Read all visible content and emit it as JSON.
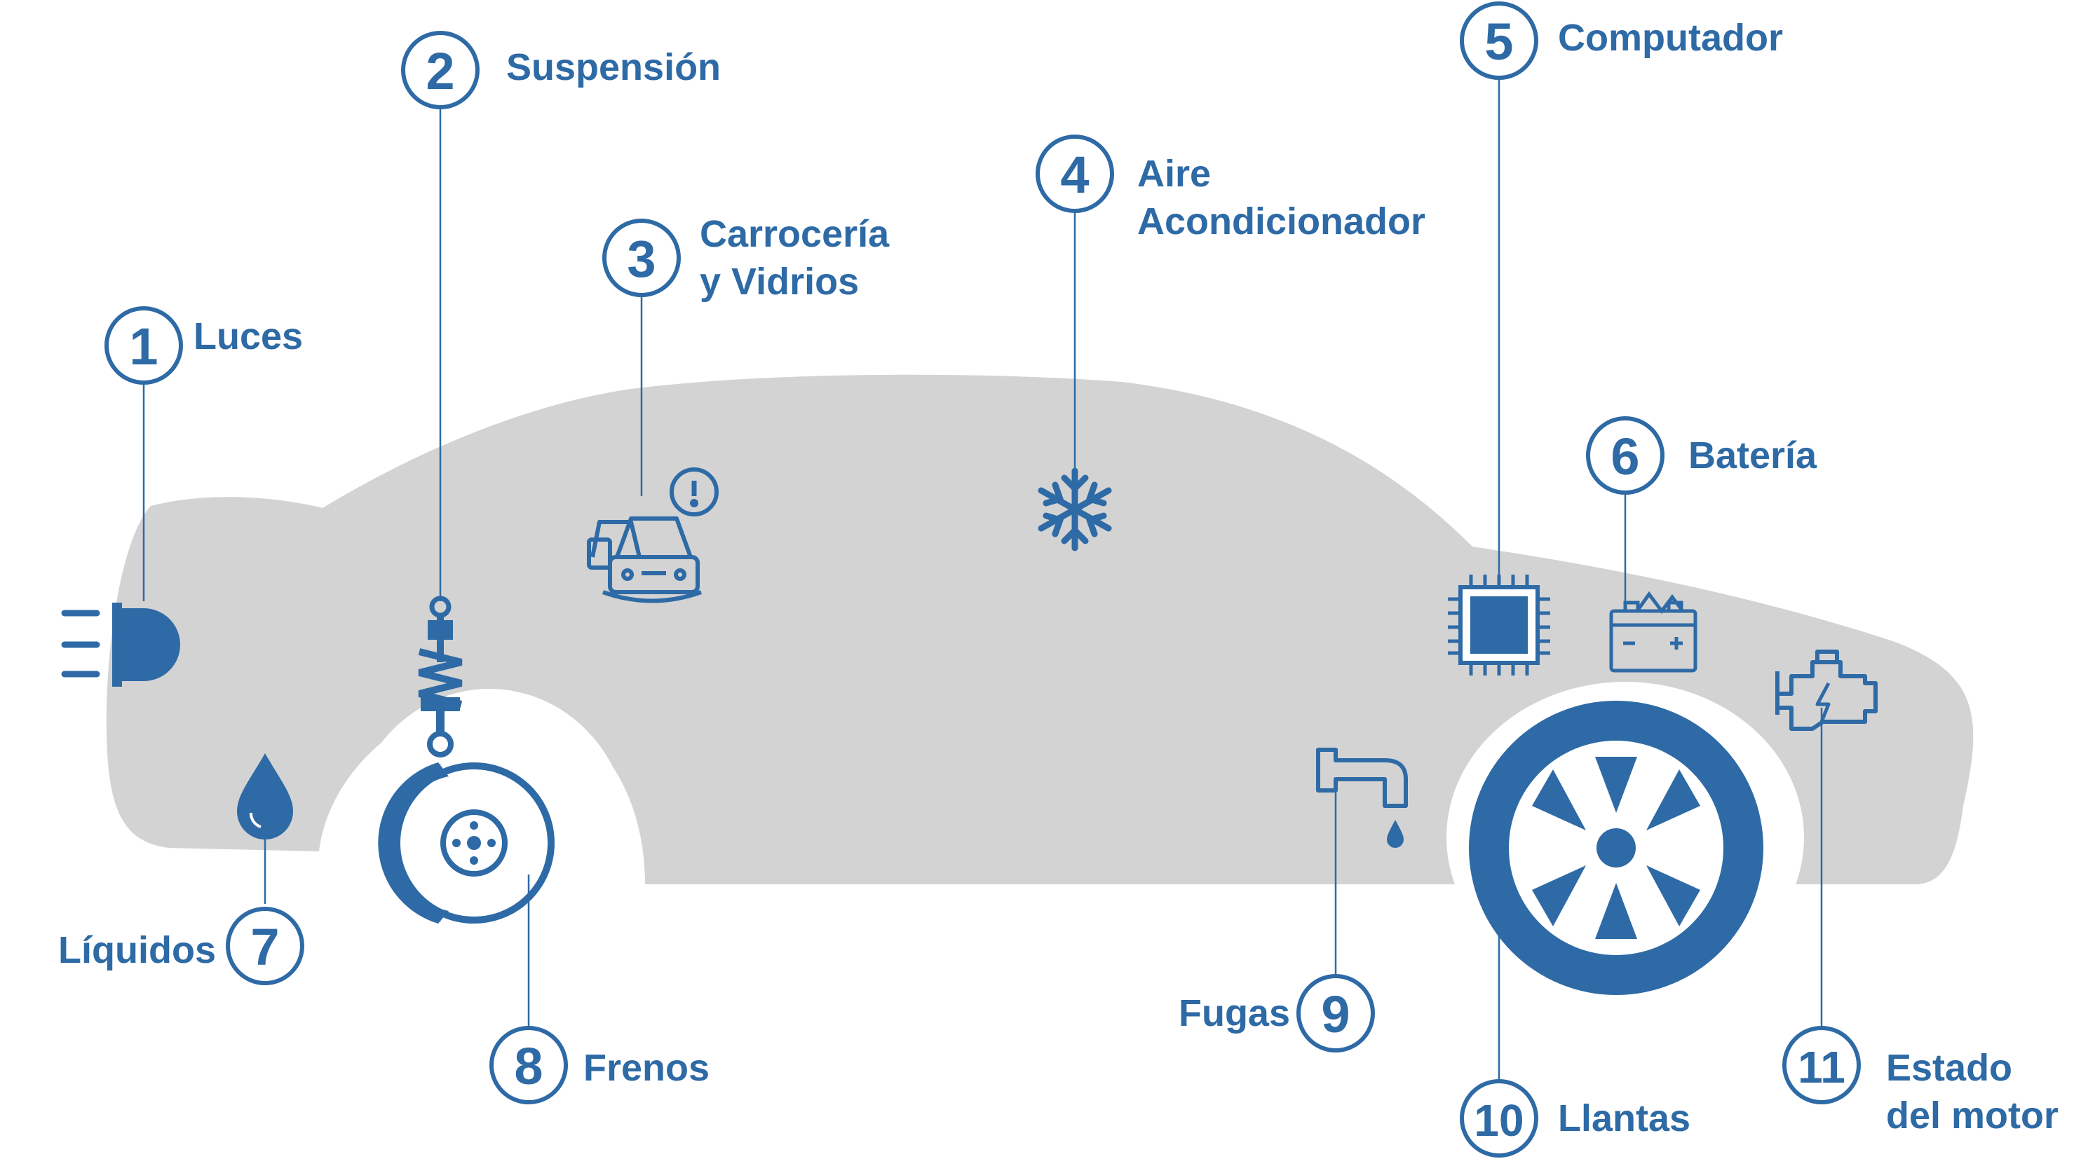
{
  "colors": {
    "accent": "#2e6aa5",
    "car_body": "#d3d3d3",
    "background": "#ffffff"
  },
  "callouts": [
    {
      "number": "1",
      "label": "Luces",
      "icon": "headlight-icon"
    },
    {
      "number": "2",
      "label": "Suspensión",
      "icon": "shock-absorber-icon"
    },
    {
      "number": "3",
      "label": "Carrocería\ny Vidrios",
      "icon": "car-damage-icon"
    },
    {
      "number": "4",
      "label": "Aire\nAcondicionador",
      "icon": "snowflake-icon"
    },
    {
      "number": "5",
      "label": "Computador",
      "icon": "chip-icon"
    },
    {
      "number": "6",
      "label": "Batería",
      "icon": "battery-icon"
    },
    {
      "number": "7",
      "label": "Líquidos",
      "icon": "drop-icon"
    },
    {
      "number": "8",
      "label": "Frenos",
      "icon": "brake-disc-icon"
    },
    {
      "number": "9",
      "label": "Fugas",
      "icon": "leaking-pipe-icon"
    },
    {
      "number": "10",
      "label": "Llantas",
      "icon": "wheel-icon"
    },
    {
      "number": "11",
      "label": "Estado\ndel motor",
      "icon": "engine-icon"
    }
  ]
}
